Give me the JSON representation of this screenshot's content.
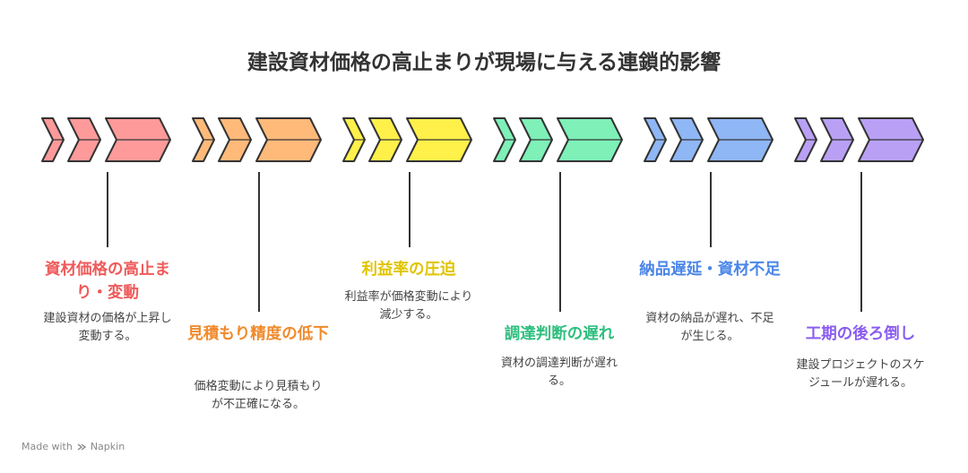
{
  "title": "建設資材価格の高止まりが現場に与える連鎖的影響",
  "stages": [
    {
      "title": "資材価格の高止まり・変動",
      "desc": "建設資材の価格が上昇し変動する。",
      "color": "#f05a5a",
      "fill": "#ff9a9a",
      "icon": "triple-chevron-icon"
    },
    {
      "title": "見積もり精度の低下",
      "desc": "価格変動により見積もりが不正確になる。",
      "color": "#f08a2c",
      "fill": "#ffba7a",
      "icon": "triple-chevron-icon"
    },
    {
      "title": "利益率の圧迫",
      "desc": "利益率が価格変動により減少する。",
      "color": "#e0c400",
      "fill": "#fff04a",
      "icon": "triple-chevron-icon"
    },
    {
      "title": "調達判断の遅れ",
      "desc": "資材の調達判断が遅れる。",
      "color": "#2fbf7f",
      "fill": "#7ef0b8",
      "icon": "triple-chevron-icon"
    },
    {
      "title": "納品遅延・資材不足",
      "desc": "資材の納品が遅れ、不足が生じる。",
      "color": "#4a86e8",
      "fill": "#8fb6f5",
      "icon": "triple-chevron-icon"
    },
    {
      "title": "工期の後ろ倒し",
      "desc": "建設プロジェクトのスケジュールが遅れる。",
      "color": "#8a5cf0",
      "fill": "#b9a0f5",
      "icon": "triple-chevron-icon"
    }
  ],
  "footer": {
    "made_with": "Made with",
    "brand": "Napkin"
  }
}
